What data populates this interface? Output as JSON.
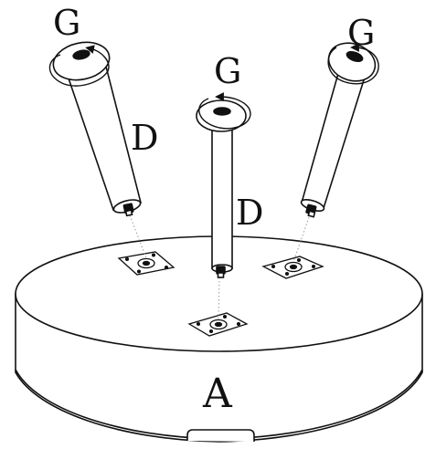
{
  "labels": {
    "g_left": "G",
    "g_center": "G",
    "g_right": "G",
    "d_left": "D",
    "d_center": "D",
    "a": "A"
  },
  "colors": {
    "stroke": "#111111",
    "fill": "#ffffff",
    "guide": "#999999"
  }
}
